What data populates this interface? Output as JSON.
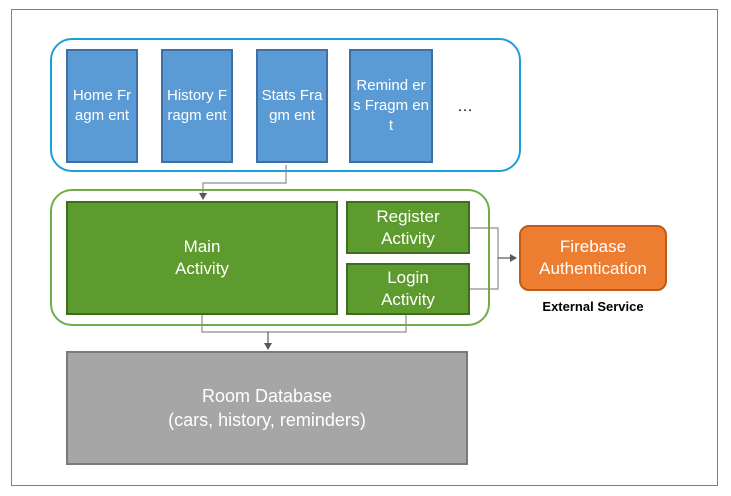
{
  "fragments": [
    {
      "label": "Home Fragm ent"
    },
    {
      "label": "History Fragm ent"
    },
    {
      "label": "Stats Fragm ent"
    },
    {
      "label": "Remind ers Fragm ent"
    }
  ],
  "ellipsis": "…",
  "main_activity": {
    "line1": "Main",
    "line2": "Activity"
  },
  "register_activity": {
    "line1": "Register",
    "line2": "Activity"
  },
  "login_activity": {
    "line1": "Login",
    "line2": "Activity"
  },
  "firebase": {
    "line1": "Firebase",
    "line2": "Authentication"
  },
  "external_label": "External Service",
  "database": {
    "line1": "Room Database",
    "line2": "(cars, history, reminders)"
  },
  "colors": {
    "fragment_fill": "#5b9bd5",
    "activity_fill": "#5e9b2f",
    "database_fill": "#a6a6a6",
    "firebase_fill": "#ed7d31",
    "fragment_group_border": "#1aa0d8",
    "activity_group_border": "#70ad47"
  }
}
